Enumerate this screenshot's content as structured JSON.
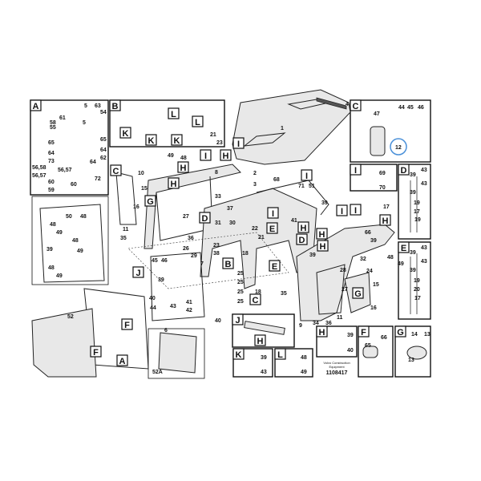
{
  "panels": {
    "A": {
      "letter": "A",
      "callouts": [
        "63",
        "54",
        "61",
        "58",
        "55",
        "65",
        "65",
        "64",
        "64",
        "73",
        "62",
        "64",
        "56,58",
        "56,57",
        "56,57",
        "60",
        "72",
        "59"
      ]
    },
    "B": {
      "letter": "B",
      "callouts": [
        "K",
        "K",
        "K",
        "L",
        "L",
        "21",
        "23"
      ]
    },
    "C": {
      "letter": "C",
      "callouts": [
        "47",
        "44",
        "45",
        "46",
        "12"
      ]
    },
    "I": {
      "letter": "I",
      "callouts": [
        "69",
        "70"
      ]
    },
    "D": {
      "letter": "D",
      "callouts": [
        "43",
        "39",
        "43",
        "39",
        "19",
        "17"
      ]
    },
    "E": {
      "letter": "E",
      "callouts": [
        "43",
        "39",
        "43",
        "39",
        "19",
        "20"
      ]
    },
    "J": {
      "letter": "J",
      "callouts": [
        "H"
      ]
    },
    "H": {
      "letter": "H",
      "callouts": [
        "39",
        "40"
      ]
    },
    "F": {
      "letter": "F",
      "callouts": [
        "65",
        "66"
      ]
    },
    "G": {
      "letter": "G",
      "callouts": [
        "14",
        "13",
        "13"
      ]
    },
    "K": {
      "letter": "K",
      "callouts": [
        "39",
        "43"
      ]
    },
    "L": {
      "letter": "L",
      "callouts": [
        "48",
        "49"
      ]
    }
  },
  "main_callouts": [
    "1",
    "4",
    "2",
    "3",
    "68",
    "71",
    "51",
    "39",
    "41",
    "49",
    "48",
    "10",
    "8",
    "15",
    "16",
    "11",
    "35",
    "27",
    "26",
    "33",
    "37",
    "31",
    "30",
    "22",
    "21",
    "36",
    "23",
    "38",
    "7",
    "29",
    "18",
    "25",
    "25",
    "25",
    "25",
    "45",
    "46",
    "39",
    "40",
    "44",
    "43",
    "42",
    "41",
    "40",
    "32",
    "48",
    "49",
    "24",
    "28",
    "27",
    "15",
    "16",
    "11",
    "9",
    "34",
    "36",
    "35",
    "18",
    "52",
    "52A",
    "6",
    "66",
    "39",
    "5",
    "5",
    "60",
    "50",
    "48",
    "39",
    "48",
    "49",
    "48",
    "49",
    "48",
    "49",
    "39",
    "17",
    "19",
    "17"
  ],
  "main_letters": [
    "H",
    "I",
    "H",
    "I",
    "H",
    "G",
    "C",
    "D",
    "E",
    "J",
    "B",
    "F",
    "F",
    "A",
    "C",
    "G",
    "D",
    "H",
    "I",
    "I",
    "H",
    "H",
    "I",
    "I",
    "H",
    "E"
  ],
  "highlight_color": "#4a90d9",
  "footer": {
    "line1": "Volvo Construction",
    "line2": "Equipment",
    "part_no": "1108417"
  }
}
